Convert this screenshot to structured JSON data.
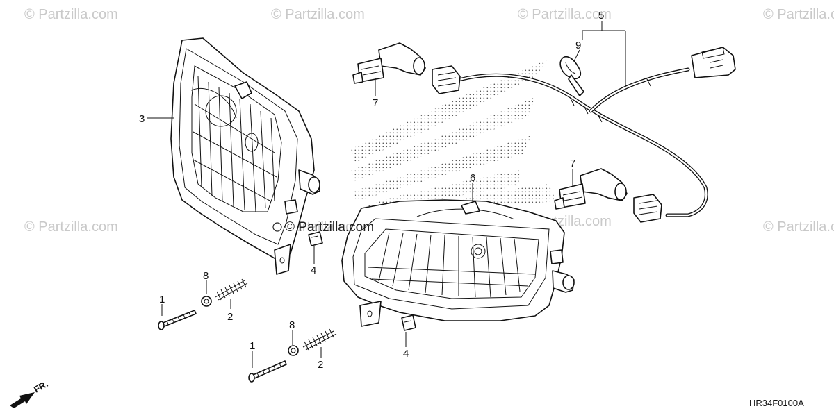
{
  "watermarks": [
    "© Partzilla.com",
    "© Partzilla.com",
    "© Partzilla.com",
    "© Partzilla.com",
    "© Partzilla.com",
    "© Partzilla.com",
    "© Partzilla.com",
    "© Partzilla.com"
  ],
  "center_watermark": "© Partzilla.com",
  "callouts": {
    "c1a": "1",
    "c1b": "1",
    "c2a": "2",
    "c2b": "2",
    "c3": "3",
    "c4a": "4",
    "c4b": "4",
    "c5": "5",
    "c6": "6",
    "c7a": "7",
    "c7b": "7",
    "c8a": "8",
    "c8b": "8",
    "c9": "9"
  },
  "direction_label": "FR.",
  "diagram_code": "HR34F0100A",
  "colors": {
    "line": "#111111",
    "watermark": "#c9c9c9",
    "background": "#ffffff",
    "stipple": "#555555"
  }
}
